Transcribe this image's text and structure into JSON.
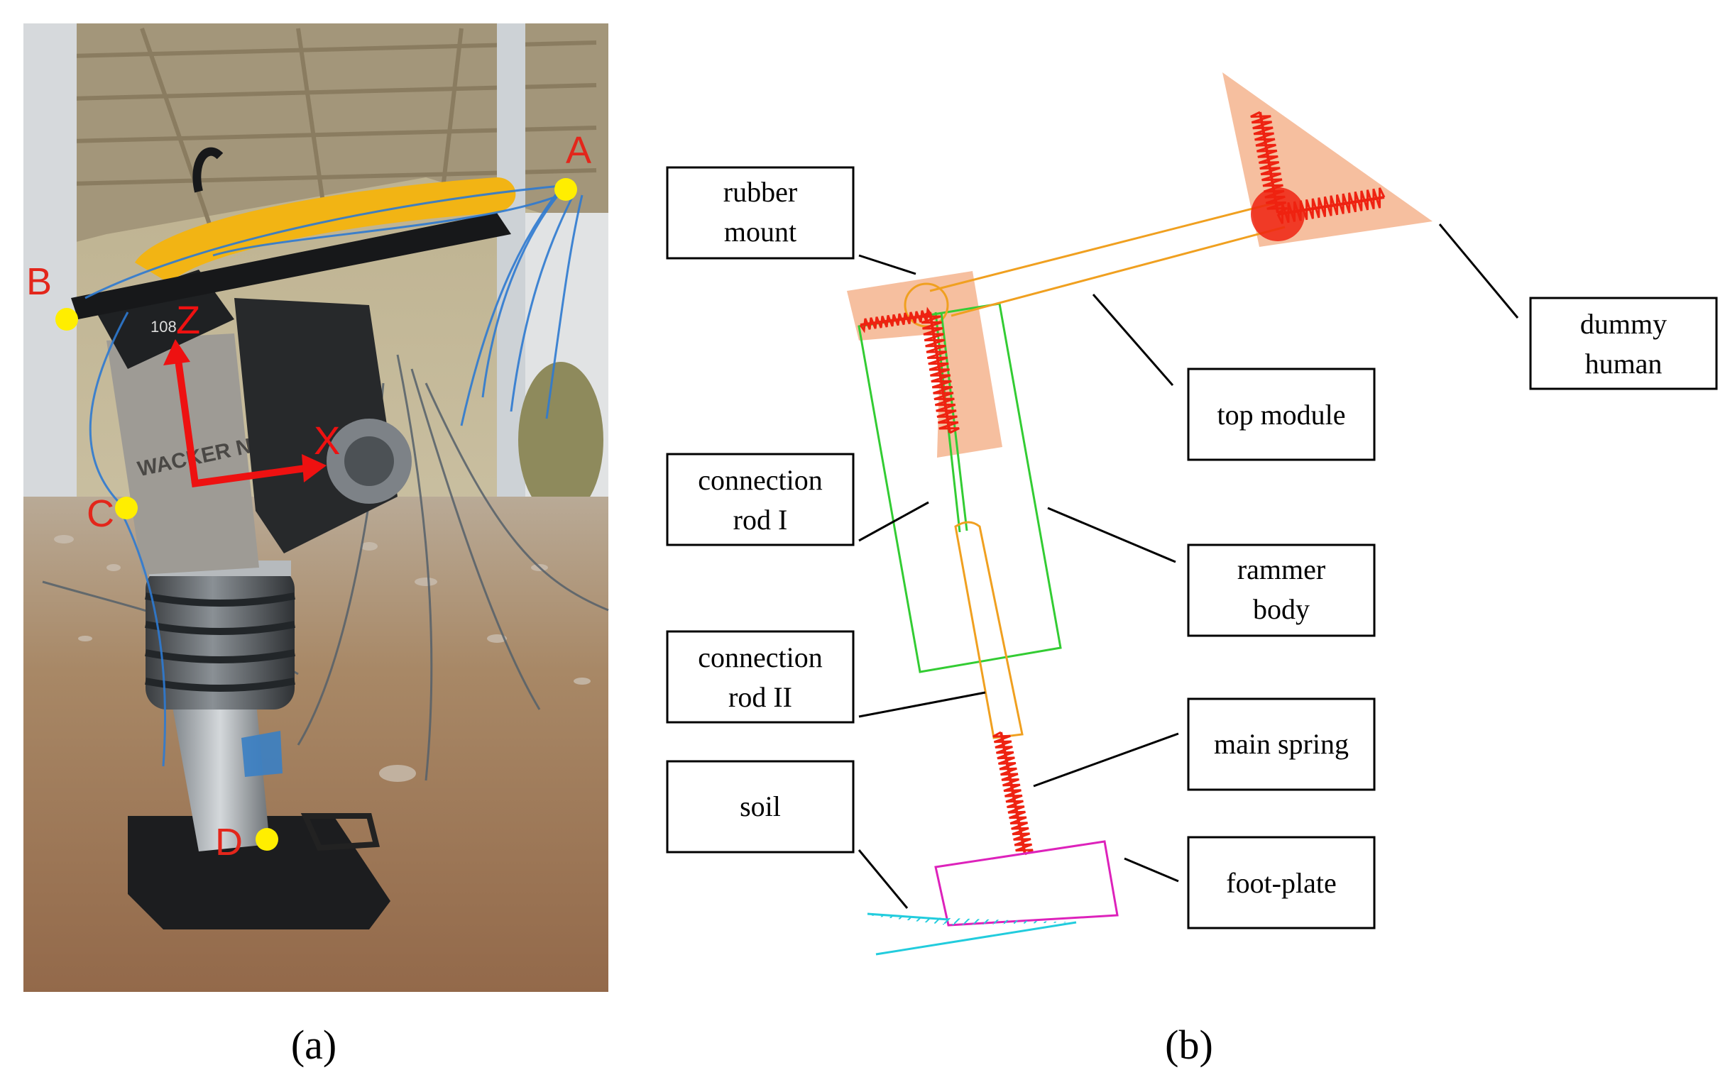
{
  "panel_a": {
    "caption": "(a)",
    "points": [
      {
        "id": "A",
        "label": "A"
      },
      {
        "id": "B",
        "label": "B"
      },
      {
        "id": "C",
        "label": "C"
      },
      {
        "id": "D",
        "label": "D"
      }
    ],
    "axes": {
      "z_label": "Z",
      "x_label": "X"
    },
    "machine_text": {
      "brand": "WACKER NEUSON",
      "tag": "108"
    }
  },
  "panel_b": {
    "caption": "(b)",
    "labels": {
      "rubber_mount": [
        "rubber",
        "mount"
      ],
      "dummy_human": [
        "dummy",
        "human"
      ],
      "top_module": [
        "top module"
      ],
      "connection_rod_1": [
        "connection",
        "rod I"
      ],
      "rammer_body": [
        "rammer",
        "body"
      ],
      "connection_rod_2": [
        "connection",
        "rod II"
      ],
      "main_spring": [
        "main spring"
      ],
      "soil": [
        "soil"
      ],
      "foot_plate": [
        "foot-plate"
      ]
    }
  },
  "colors": {
    "point_marker": "#ffee00",
    "point_label": "#e3261b",
    "axis_arrow": "#ee1111",
    "rammer_body": "#33cc33",
    "rods": "#f0a020",
    "springs": "#ee2211",
    "foot_plate": "#dd22bb",
    "soil": "#22ccdd",
    "mount_fill": "#f5b895"
  }
}
